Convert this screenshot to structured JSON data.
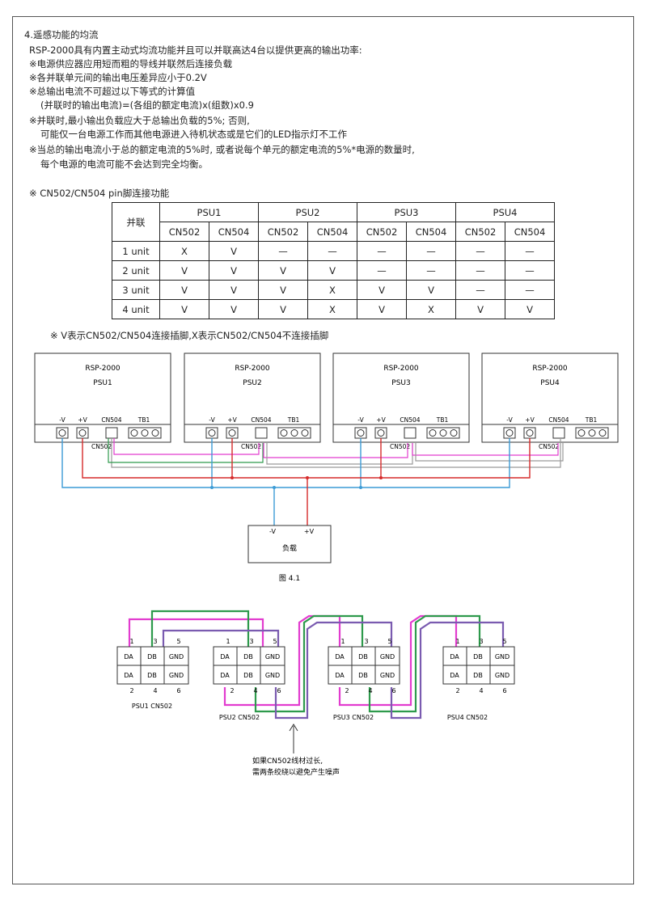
{
  "section_title": "4.遥感功能的均流",
  "intro": "RSP-2000具有内置主动式均流功能并且可以并联高达4台以提供更高的输出功率:",
  "notes": [
    "※电源供应器应用短而粗的导线并联然后连接负载",
    "※各并联单元间的输出电压差异应小于0.2V",
    "※总输出电流不可超过以下等式的计算值",
    "(并联时的输出电流)=(各组的额定电流)x(组数)x0.9",
    "※并联时,最小输出负载应大于总输出负载的5%; 否则,",
    "可能仅一台电源工作而其他电源进入待机状态或是它们的LED指示灯不工作",
    "※当总的输出电流小于总的额定电流的5%时, 或者说每个单元的额定电流的5%*电源的数量时,",
    "每个电源的电流可能不会达到完全均衡。"
  ],
  "table_heading": "※ CN502/CN504 pin脚连接功能",
  "table": {
    "corner": "并联",
    "psus": [
      "PSU1",
      "PSU2",
      "PSU3",
      "PSU4"
    ],
    "subheaders": [
      "CN502",
      "CN504",
      "CN502",
      "CN504",
      "CN502",
      "CN504",
      "CN502",
      "CN504"
    ],
    "rows": [
      {
        "label": "1 unit",
        "cells": [
          "X",
          "V",
          "—",
          "—",
          "—",
          "—",
          "—",
          "—"
        ]
      },
      {
        "label": "2 unit",
        "cells": [
          "V",
          "V",
          "V",
          "V",
          "—",
          "—",
          "—",
          "—"
        ]
      },
      {
        "label": "3 unit",
        "cells": [
          "V",
          "V",
          "V",
          "X",
          "V",
          "V",
          "—",
          "—"
        ]
      },
      {
        "label": "4 unit",
        "cells": [
          "V",
          "V",
          "V",
          "X",
          "V",
          "X",
          "V",
          "V"
        ]
      }
    ]
  },
  "table_note": "※ V表示CN502/CN504连接插脚,X表示CN502/CN504不连接插脚",
  "fig1": {
    "psus": [
      {
        "model": "RSP-2000",
        "name": "PSU1"
      },
      {
        "model": "RSP-2000",
        "name": "PSU2"
      },
      {
        "model": "RSP-2000",
        "name": "PSU3"
      },
      {
        "model": "RSP-2000",
        "name": "PSU4"
      }
    ],
    "terminal_labels": {
      "neg": "-V",
      "pos": "+V",
      "cn504": "CN504",
      "tb1": "TB1",
      "cn502": "CN502"
    },
    "load": {
      "neg": "-V",
      "pos": "+V",
      "label": "负载"
    },
    "caption": "图 4.1"
  },
  "fig2": {
    "connectors": [
      {
        "name": "PSU1 CN502"
      },
      {
        "name": "PSU2 CN502"
      },
      {
        "name": "PSU3 CN502"
      },
      {
        "name": "PSU4 CN502"
      }
    ],
    "top_pins": [
      "1",
      "3",
      "5"
    ],
    "bottom_pins": [
      "2",
      "4",
      "6"
    ],
    "top_cells": [
      "DA",
      "DB",
      "GND"
    ],
    "bottom_cells": [
      "DA",
      "DB",
      "GND"
    ],
    "note_lines": [
      "如果CN502线材过长,",
      "需两条绞绕以避免产生噪声"
    ]
  },
  "colors": {
    "blue": "#3c9bd6",
    "red": "#d62b2b",
    "magenta": "#e23ccf",
    "green": "#2e9a4c",
    "purple": "#7a5bb0",
    "gray": "#9a9a9a"
  }
}
